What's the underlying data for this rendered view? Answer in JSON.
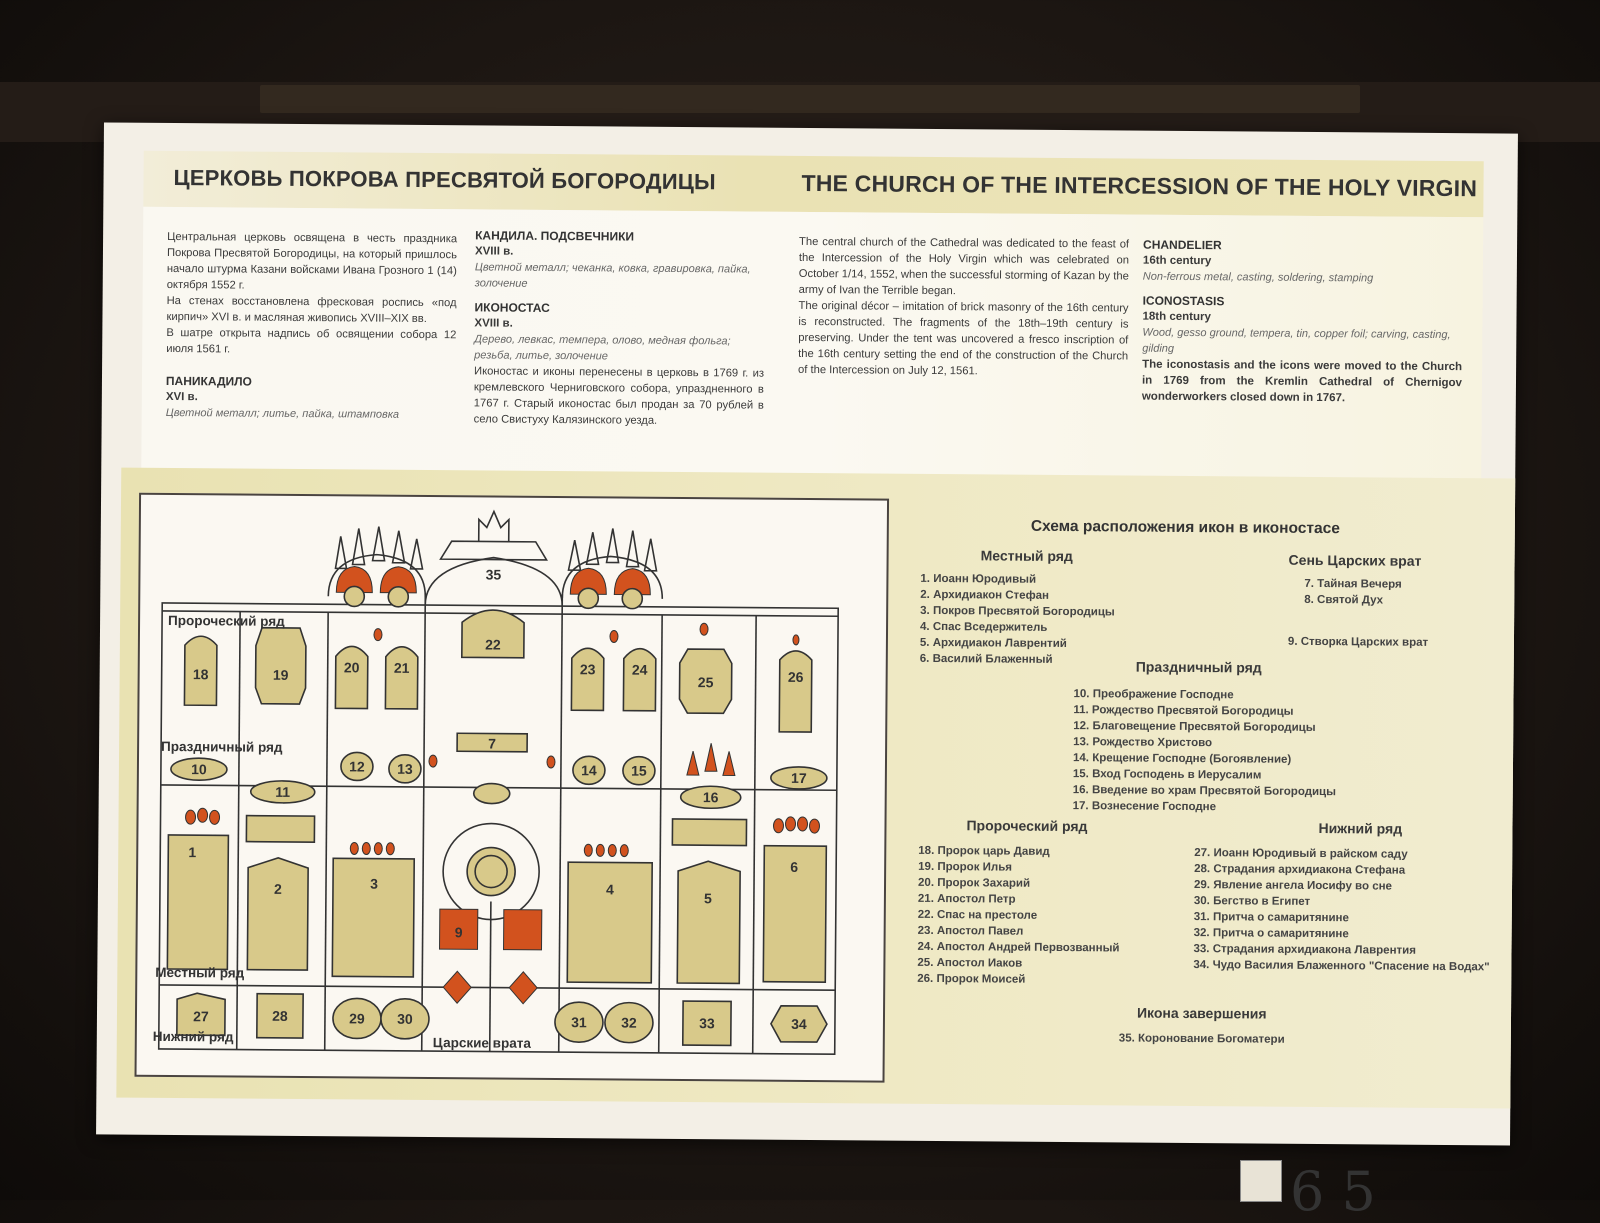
{
  "header": {
    "title_ru": "ЦЕРКОВЬ ПОКРОВА ПРЕСВЯТОЙ БОГОРОДИЦЫ",
    "title_en": "THE CHURCH OF THE INTERCESSION OF THE HOLY VIRGIN"
  },
  "ru": {
    "intro": [
      "Центральная церковь освящена в честь праздника Покрова Пресвятой Богородицы, на который пришлось начало штурма Казани войсками Ивана Грозного 1 (14) октября 1552 г.",
      "На стенах восстановлена фресковая роспись «под кирпич» XVI в. и масляная живопись XVIII–XIX вв.",
      "В шатре открыта надпись об освящении собора 12 июля 1561 г."
    ],
    "panikadilo": {
      "title": "ПАНИКАДИЛО",
      "century": "XVI в.",
      "materials": "Цветной металл; литье, пайка, штамповка"
    },
    "kandila": {
      "title": "КАНДИЛА. ПОДСВЕЧНИКИ",
      "century": "XVIII в.",
      "materials": "Цветной металл; чеканка, ковка, гравировка, пайка, золочение"
    },
    "ikonostas": {
      "title": "ИКОНОСТАС",
      "century": "XVIII в.",
      "materials": "Дерево, левкас, темпера, олово, медная фольга; резьба, литье, золочение",
      "text": "Иконостас и иконы перенесены в церковь в 1769 г. из кремлевского Черниговского собора, упраздненного в 1767 г. Старый иконостас был продан за 70 рублей в село Свистуху Калязинского уезда."
    }
  },
  "en": {
    "intro": [
      "The central church of the Cathedral was dedicated to the feast of the Intercession of the Holy Virgin which was celebrated on October 1/14, 1552, when the successful storming of Kazan by the army of Ivan the Terrible began.",
      "The original décor – imitation of brick masonry of the 16th century is reconstructed. The fragments of the 18th–19th century is preserving. Under the tent was uncovered a fresco inscription of the 16th century setting the end of the construction of the Church of the Intercession on July 12, 1561."
    ],
    "chandelier": {
      "title": "CHANDELIER",
      "century": "16th century",
      "materials": "Non-ferrous metal, casting, soldering, stamping"
    },
    "iconostasis": {
      "title": "ICONOSTASIS",
      "century": "18th century",
      "materials": "Wood, gesso ground, tempera, tin, copper foil; carving, casting, gilding",
      "text": "The iconostasis and the icons were moved to the Church in 1769 from the Kremlin Cathedral of Chernigov wonderworkers closed down in 1767."
    }
  },
  "diagram": {
    "row_labels": {
      "prophets": "Пророческий ряд",
      "feasts": "Праздничный ряд",
      "local": "Местный ряд",
      "lower": "Нижний ряд",
      "royal_doors": "Царские врата"
    },
    "numbers": [
      "1",
      "2",
      "3",
      "4",
      "5",
      "6",
      "7",
      "9",
      "10",
      "11",
      "12",
      "13",
      "14",
      "15",
      "16",
      "17",
      "18",
      "19",
      "20",
      "21",
      "22",
      "23",
      "24",
      "25",
      "26",
      "27",
      "28",
      "29",
      "30",
      "31",
      "32",
      "33",
      "34",
      "35"
    ]
  },
  "legend": {
    "title": "Схема расположения икон в иконостасе",
    "local": {
      "heading": "Местный ряд",
      "items": [
        "1. Иоанн Юродивый",
        "2. Архидиакон Стефан",
        "3. Покров Пресвятой Богородицы",
        "4. Спас Вседержитель",
        "5. Архидиакон Лаврентий",
        "6. Василий Блаженный"
      ]
    },
    "doors": {
      "heading": "Сень Царских врат",
      "items": [
        "7. Тайная Вечеря",
        "8. Святой Дух"
      ],
      "extra": "9. Створка Царских врат"
    },
    "feasts": {
      "heading": "Праздничный ряд",
      "items": [
        "10. Преображение Господне",
        "11. Рождество Пресвятой Богородицы",
        "12. Благовещение Пресвятой Богородицы",
        "13. Рождество Христово",
        "14. Крещение Господне (Богоявление)",
        "15. Вход Господень в Иерусалим",
        "16. Введение во храм Пресвятой Богородицы",
        "17. Вознесение Господне"
      ]
    },
    "prophets": {
      "heading": "Пророческий ряд",
      "items": [
        "18. Пророк царь Давид",
        "19. Пророк Илья",
        "20. Пророк Захарий",
        "21. Апостол Петр",
        "22. Спас на престоле",
        "23. Апостол Павел",
        "24. Апостол Андрей Первозванный",
        "25. Апостол Иаков",
        "26. Пророк Моисей"
      ]
    },
    "lower": {
      "heading": "Нижний ряд",
      "items": [
        "27. Иоанн Юродивый в райском саду",
        "28. Страдания архидиакона Стефана",
        "29. Явление ангела Иосифу во сне",
        "30. Бегство в Египет",
        "31. Притча о самаритянине",
        "32. Притча о самаритянине",
        "33. Страдания архидиакона Лаврентия",
        "34. Чудо Василия Блаженного \"Спасение на Водах\""
      ]
    },
    "completion": {
      "heading": "Икона завершения",
      "item": "35. Коронование Богоматери"
    }
  },
  "corner_number": "6 5",
  "colors": {
    "panel_cream": "#d8c98a",
    "accent_orange": "#d2521e",
    "frame_dark": "#4a4440",
    "band_yellow": "#e9e2b2"
  }
}
